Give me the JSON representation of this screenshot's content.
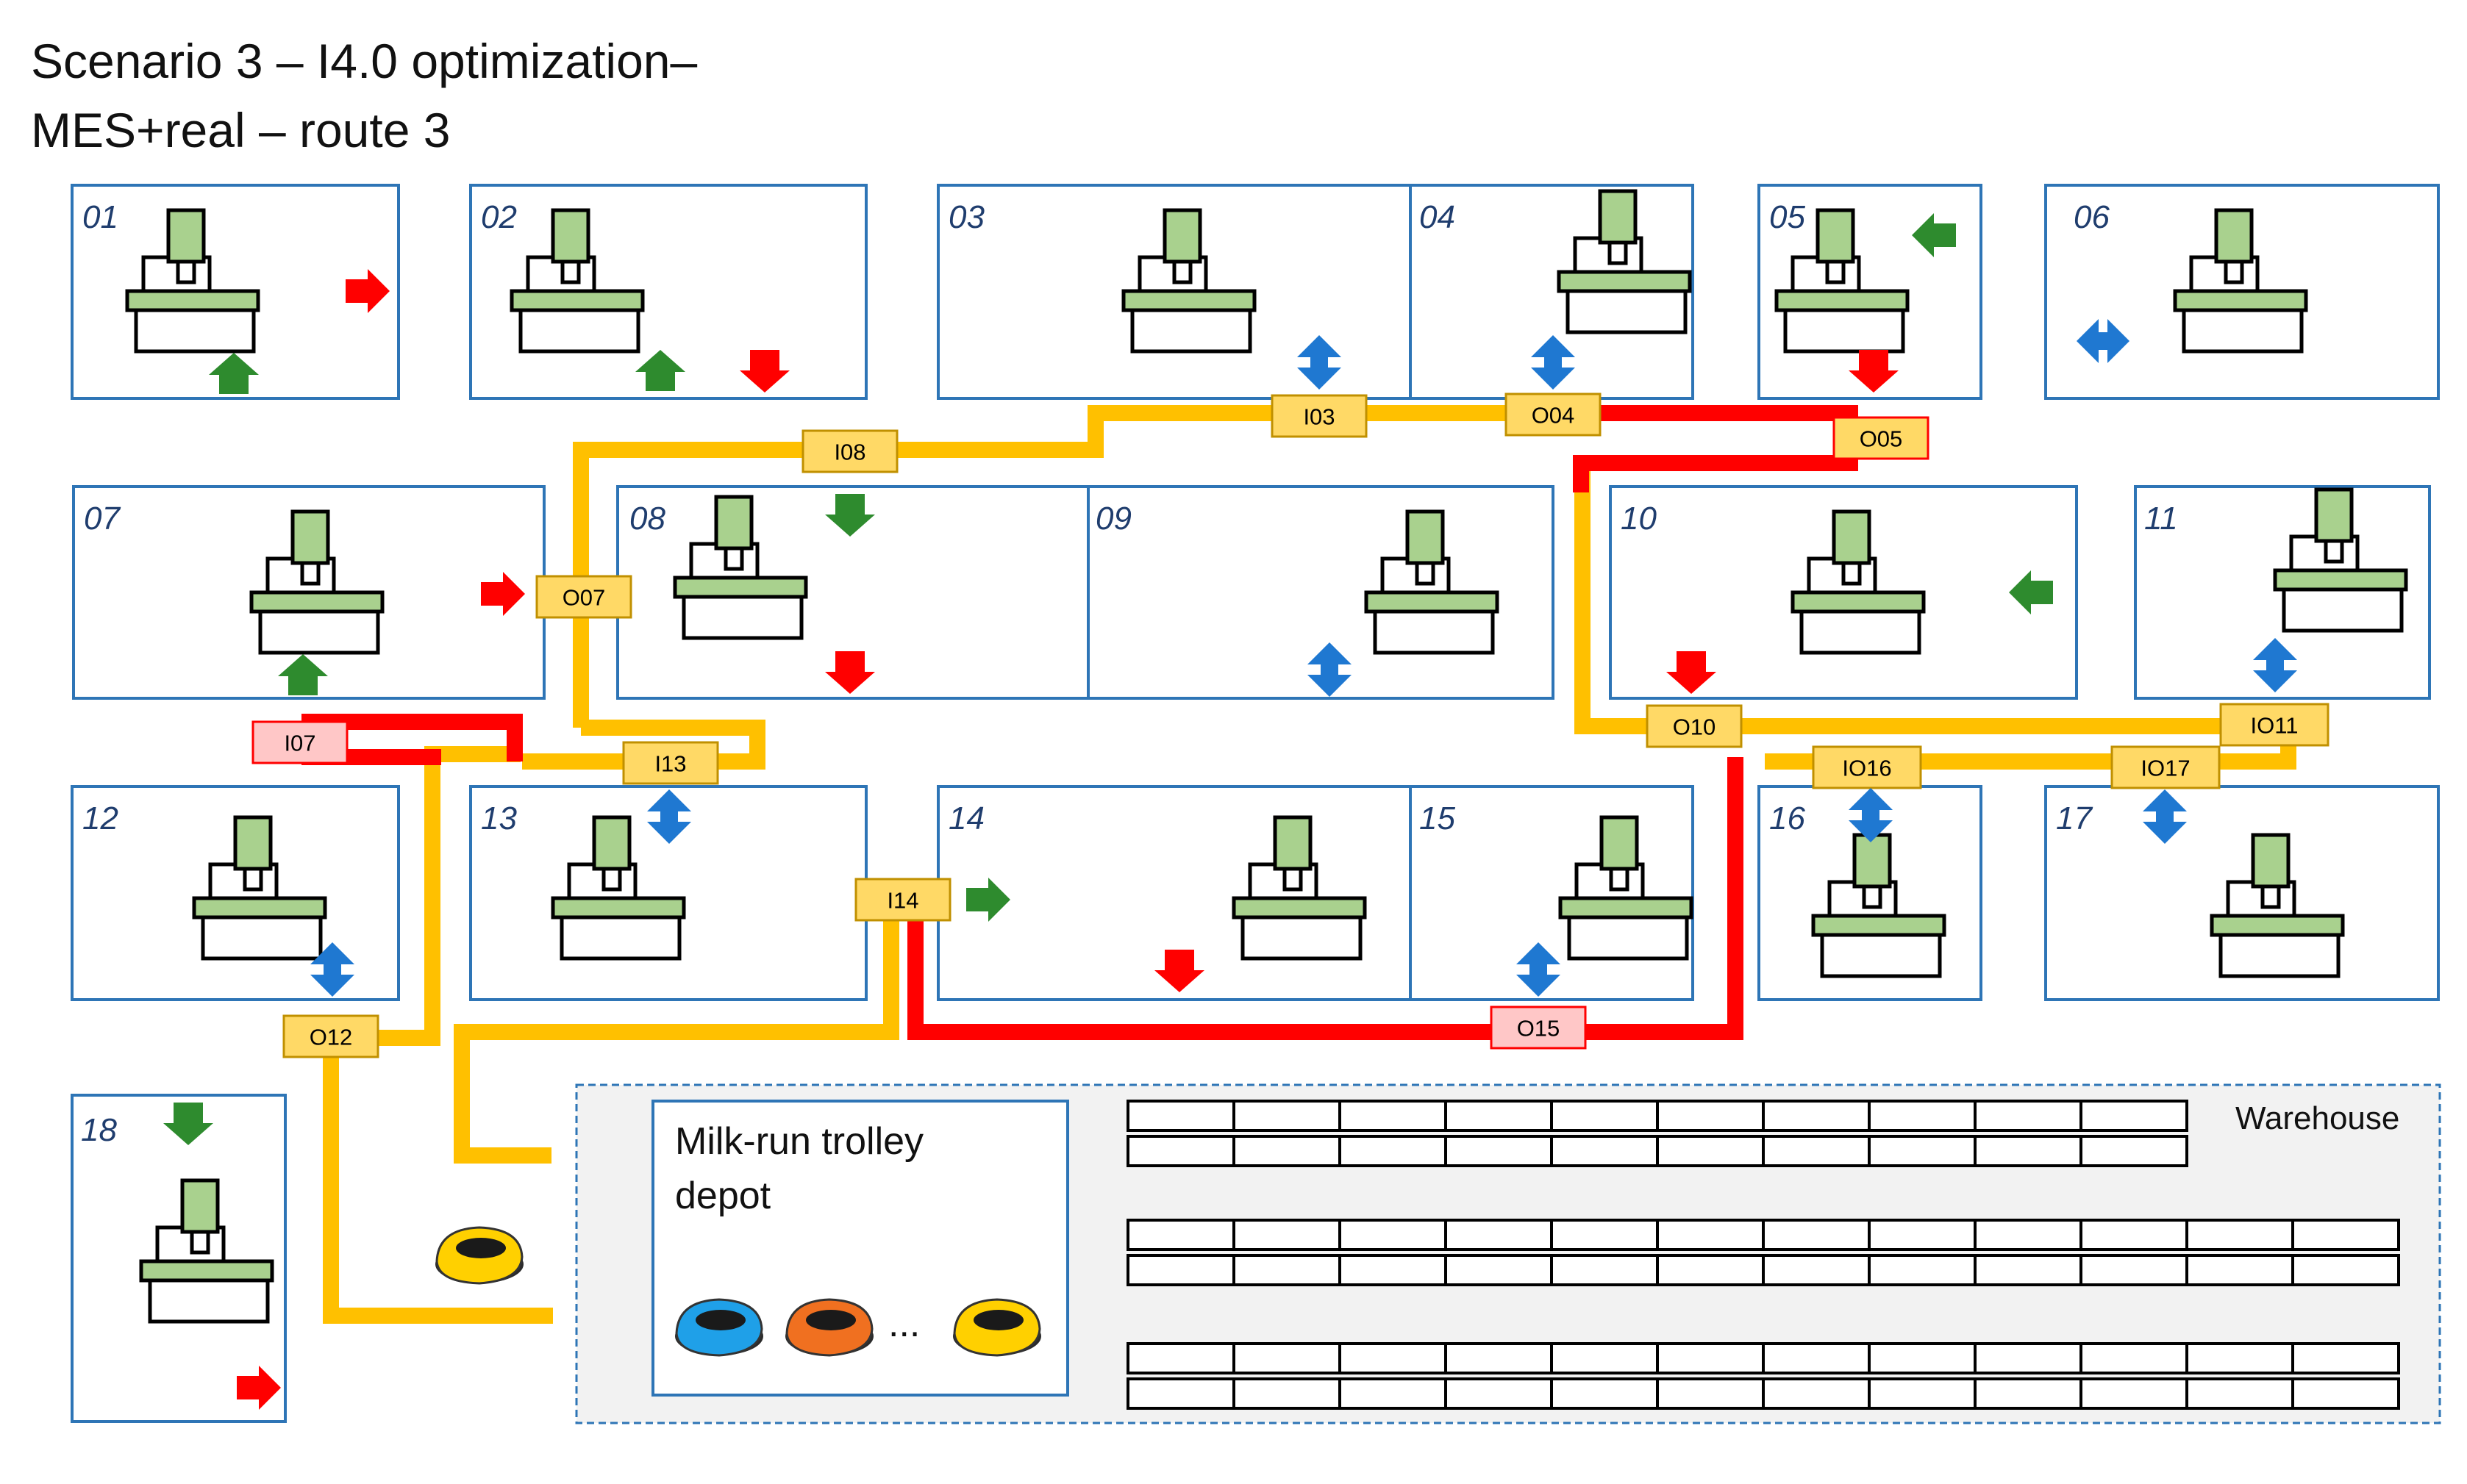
{
  "title": {
    "line1": "Scenario 3 – I4.0 optimization–",
    "line2": "MES+real – route 3"
  },
  "stations": [
    {
      "id": "01",
      "label": "01"
    },
    {
      "id": "02",
      "label": "02"
    },
    {
      "id": "03",
      "label": "03"
    },
    {
      "id": "04",
      "label": "04"
    },
    {
      "id": "05",
      "label": "05"
    },
    {
      "id": "06",
      "label": "06"
    },
    {
      "id": "07",
      "label": "07"
    },
    {
      "id": "08",
      "label": "08"
    },
    {
      "id": "09",
      "label": "09"
    },
    {
      "id": "10",
      "label": "10"
    },
    {
      "id": "11",
      "label": "11"
    },
    {
      "id": "12",
      "label": "12"
    },
    {
      "id": "13",
      "label": "13"
    },
    {
      "id": "14",
      "label": "14"
    },
    {
      "id": "15",
      "label": "15"
    },
    {
      "id": "16",
      "label": "16"
    },
    {
      "id": "17",
      "label": "17"
    },
    {
      "id": "18",
      "label": "18"
    }
  ],
  "waypoints": [
    {
      "label": "I03",
      "state": "normal"
    },
    {
      "label": "O04",
      "state": "normal"
    },
    {
      "label": "O05",
      "state": "alert"
    },
    {
      "label": "I08",
      "state": "normal"
    },
    {
      "label": "O07",
      "state": "normal"
    },
    {
      "label": "I07",
      "state": "alert"
    },
    {
      "label": "I13",
      "state": "normal"
    },
    {
      "label": "O10",
      "state": "normal"
    },
    {
      "label": "IO11",
      "state": "normal"
    },
    {
      "label": "IO16",
      "state": "normal"
    },
    {
      "label": "IO17",
      "state": "normal"
    },
    {
      "label": "I14",
      "state": "normal"
    },
    {
      "label": "O15",
      "state": "alert"
    },
    {
      "label": "O12",
      "state": "normal"
    }
  ],
  "depot": {
    "title_line1": "Milk-run trolley",
    "title_line2": "depot",
    "ellipsis": "..."
  },
  "warehouse": {
    "label": "Warehouse"
  },
  "colors": {
    "frame": "#2e75b6",
    "route": "#ffc000",
    "route_alert": "#ff0000",
    "waypoint_fill": "#ffd966",
    "waypoint_stroke": "#c09000",
    "alert_fill": "#ffc7c7",
    "input_arrow": "#2e8b2e",
    "output_arrow": "#ff0000",
    "io_arrow": "#1f78d1",
    "machine": "#a9d18e",
    "warehouse_fill": "#f2f2f2"
  },
  "icons": {
    "input": "green-arrow-icon",
    "output": "red-arrow-icon",
    "io": "blue-double-arrow-icon",
    "machine": "machine-tool-icon",
    "trolley": "trolley-icon"
  }
}
